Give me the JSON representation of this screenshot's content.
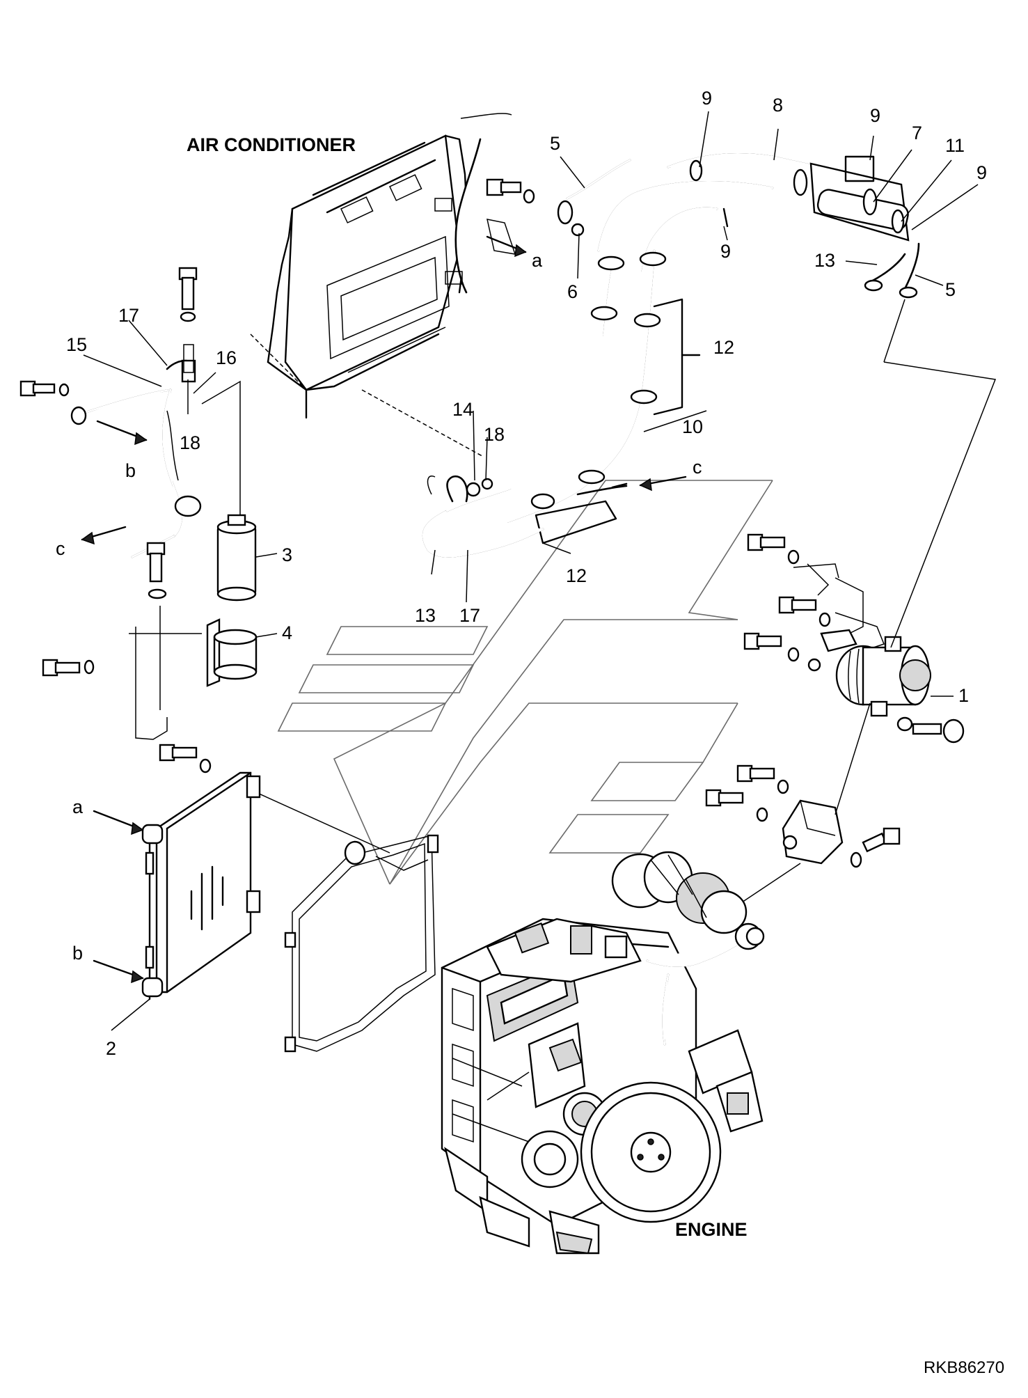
{
  "headings": {
    "air_conditioner": "AIR CONDITIONER",
    "engine": "ENGINE"
  },
  "drawing_number": "RKB86270",
  "callouts": [
    {
      "id": "c9a",
      "text": "9"
    },
    {
      "id": "c8",
      "text": "8"
    },
    {
      "id": "c9b",
      "text": "9"
    },
    {
      "id": "c7",
      "text": "7"
    },
    {
      "id": "c11",
      "text": "11"
    },
    {
      "id": "c9c",
      "text": "9"
    },
    {
      "id": "c5a",
      "text": "5"
    },
    {
      "id": "c6",
      "text": "6"
    },
    {
      "id": "c9d",
      "text": "9"
    },
    {
      "id": "c13a",
      "text": "13"
    },
    {
      "id": "c5b",
      "text": "5"
    },
    {
      "id": "c12a",
      "text": "12"
    },
    {
      "id": "c10",
      "text": "10"
    },
    {
      "id": "c14",
      "text": "14"
    },
    {
      "id": "c18a",
      "text": "18"
    },
    {
      "id": "c12b",
      "text": "12"
    },
    {
      "id": "c13b",
      "text": "13"
    },
    {
      "id": "c17a",
      "text": "17"
    },
    {
      "id": "c17b",
      "text": "17"
    },
    {
      "id": "c15",
      "text": "15"
    },
    {
      "id": "c16",
      "text": "16"
    },
    {
      "id": "c18b",
      "text": "18"
    },
    {
      "id": "c3",
      "text": "3"
    },
    {
      "id": "c4",
      "text": "4"
    },
    {
      "id": "c1",
      "text": "1"
    },
    {
      "id": "c2",
      "text": "2"
    }
  ],
  "connection_letters": [
    {
      "id": "la_top",
      "text": "a"
    },
    {
      "id": "lb_left",
      "text": "b"
    },
    {
      "id": "lc_left",
      "text": "c"
    },
    {
      "id": "lc_right",
      "text": "c"
    },
    {
      "id": "la_cond",
      "text": "a"
    },
    {
      "id": "lb_cond",
      "text": "b"
    }
  ]
}
